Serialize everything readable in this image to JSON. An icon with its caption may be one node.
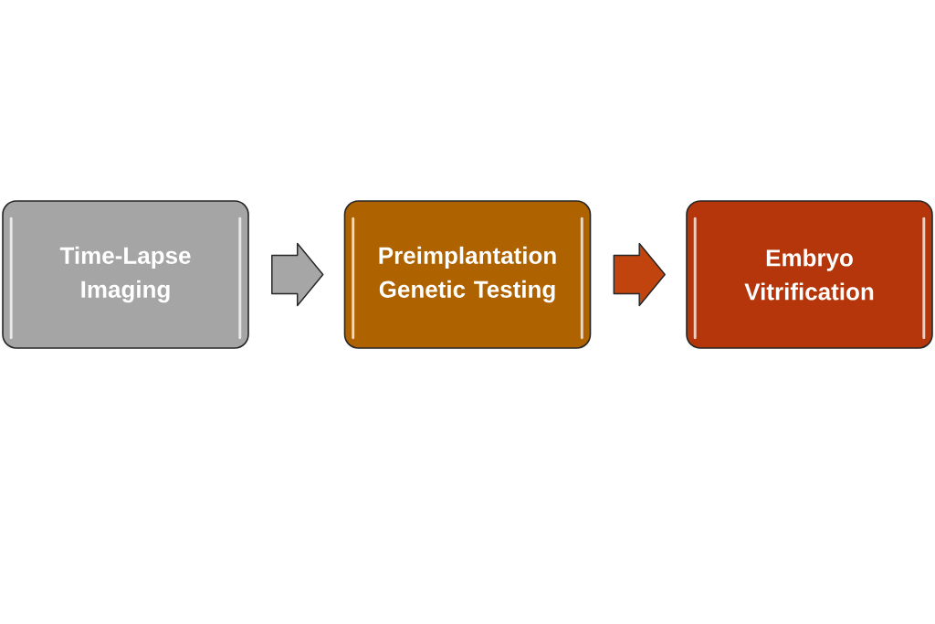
{
  "diagram": {
    "nodes": [
      {
        "text": [
          "Time-Lapse Imaging"
        ]
      },
      {
        "text": [
          "Preimplantation Genetic Testing"
        ]
      },
      {
        "text": [
          "Embryo Vitrification"
        ]
      }
    ],
    "edges": [
      {
        "from": 0,
        "to": 1,
        "arrow": "to",
        "color": "#a6a6a6"
      },
      {
        "from": 1,
        "to": 2,
        "arrow": "to",
        "color": "#c1440e"
      }
    ]
  }
}
